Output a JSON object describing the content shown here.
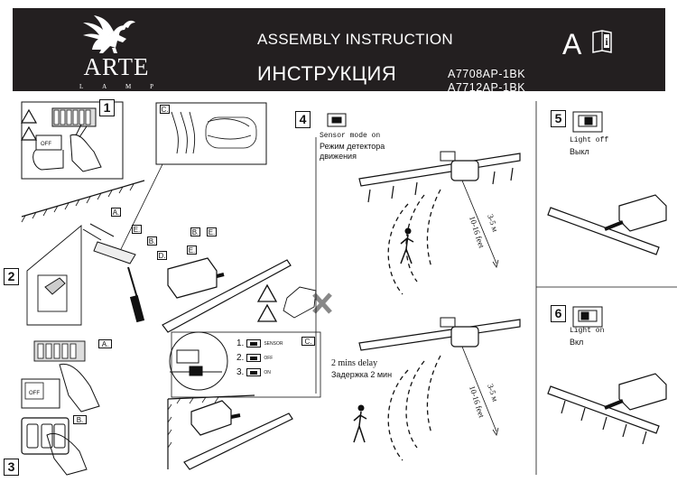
{
  "header": {
    "logo": {
      "name": "ARTE",
      "sub": [
        "L",
        "A",
        "M",
        "P"
      ]
    },
    "title_en": "ASSEMBLY INSTRUCTION",
    "title_ru": "ИНСТРУКЦИЯ",
    "models": [
      "A7708AP-1BK",
      "A7712AP-1BK"
    ],
    "lang_letter": "A",
    "info_glyph": "i"
  },
  "steps": {
    "s1": {
      "number": "1",
      "switch_text": "OFF"
    },
    "s2": {
      "number": "2",
      "labels": [
        "C.",
        "A.",
        "B.",
        "E.",
        "B.",
        "D.",
        "E.",
        "E."
      ]
    },
    "s3": {
      "number": "3",
      "label_a": "A.",
      "label_b": "B.",
      "switch_text": "OFF"
    },
    "s4": {
      "number": "4",
      "mode_en": "Sensor mode on",
      "mode_ru_1": "Режим детектора",
      "mode_ru_2": "движения",
      "delay_en": "2 mins delay",
      "delay_ru": "Задержка 2 мин",
      "distance_m_1": "3-5 м",
      "distance_ft_1": "10-16 feet",
      "distance_m_2": "3-5 м",
      "distance_ft_2": "10-16 feet",
      "label_c": "C.",
      "legend": [
        {
          "num": "1.",
          "word": "SENSOR"
        },
        {
          "num": "2.",
          "word": "OFF"
        },
        {
          "num": "3.",
          "word": "ON"
        }
      ]
    },
    "s5": {
      "number": "5",
      "text_en": "Light off",
      "text_ru": "Выкл"
    },
    "s6": {
      "number": "6",
      "text_en": "Light on",
      "text_ru": "Вкл"
    }
  }
}
